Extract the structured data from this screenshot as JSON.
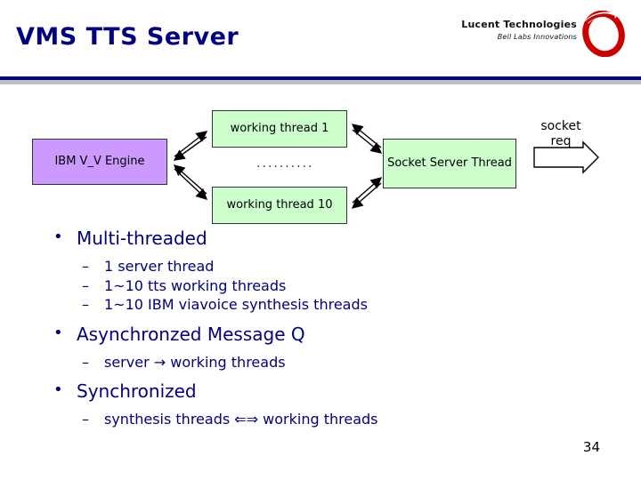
{
  "slide": {
    "title": "VMS TTS Server",
    "page_number": "34"
  },
  "logo": {
    "line1": "Lucent Technologies",
    "line2": "Bell Labs Innovations",
    "mark": "lucent-ring-icon",
    "color": "#cc0000"
  },
  "theme": {
    "title_color": "#000080",
    "divider_top": "#000080",
    "divider_bottom": "#c0c0c0",
    "node_purple": "#cc99ff",
    "node_green": "#ccffcc",
    "text_color": "#000080"
  },
  "diagram": {
    "nodes": [
      {
        "id": "ibm-engine",
        "label": "IBM V_V Engine",
        "fill": "purple"
      },
      {
        "id": "working-thread-1",
        "label": "working thread 1",
        "fill": "green"
      },
      {
        "id": "working-thread-10",
        "label": "working thread 10",
        "fill": "green"
      },
      {
        "id": "socket-server-thread",
        "label": "Socket Server Thread",
        "fill": "green"
      }
    ],
    "ellipsis": "..........",
    "socket_req_label": "socket\nreq"
  },
  "content": {
    "bullets": [
      {
        "label": "Multi-threaded",
        "marker": "•",
        "sub": [
          {
            "marker": "–",
            "label": "1 server thread"
          },
          {
            "marker": "–",
            "label": "1~10 tts working threads"
          },
          {
            "marker": "–",
            "label": "1~10 IBM viavoice synthesis threads"
          }
        ]
      },
      {
        "label": "Asynchronzed Message Q",
        "marker": "•",
        "sub": [
          {
            "marker": "–",
            "label": "server → working threads"
          }
        ]
      },
      {
        "label": "Synchronized",
        "marker": "•",
        "sub": [
          {
            "marker": "–",
            "label": "synthesis threads ⇐⇒ working threads"
          }
        ]
      }
    ]
  }
}
